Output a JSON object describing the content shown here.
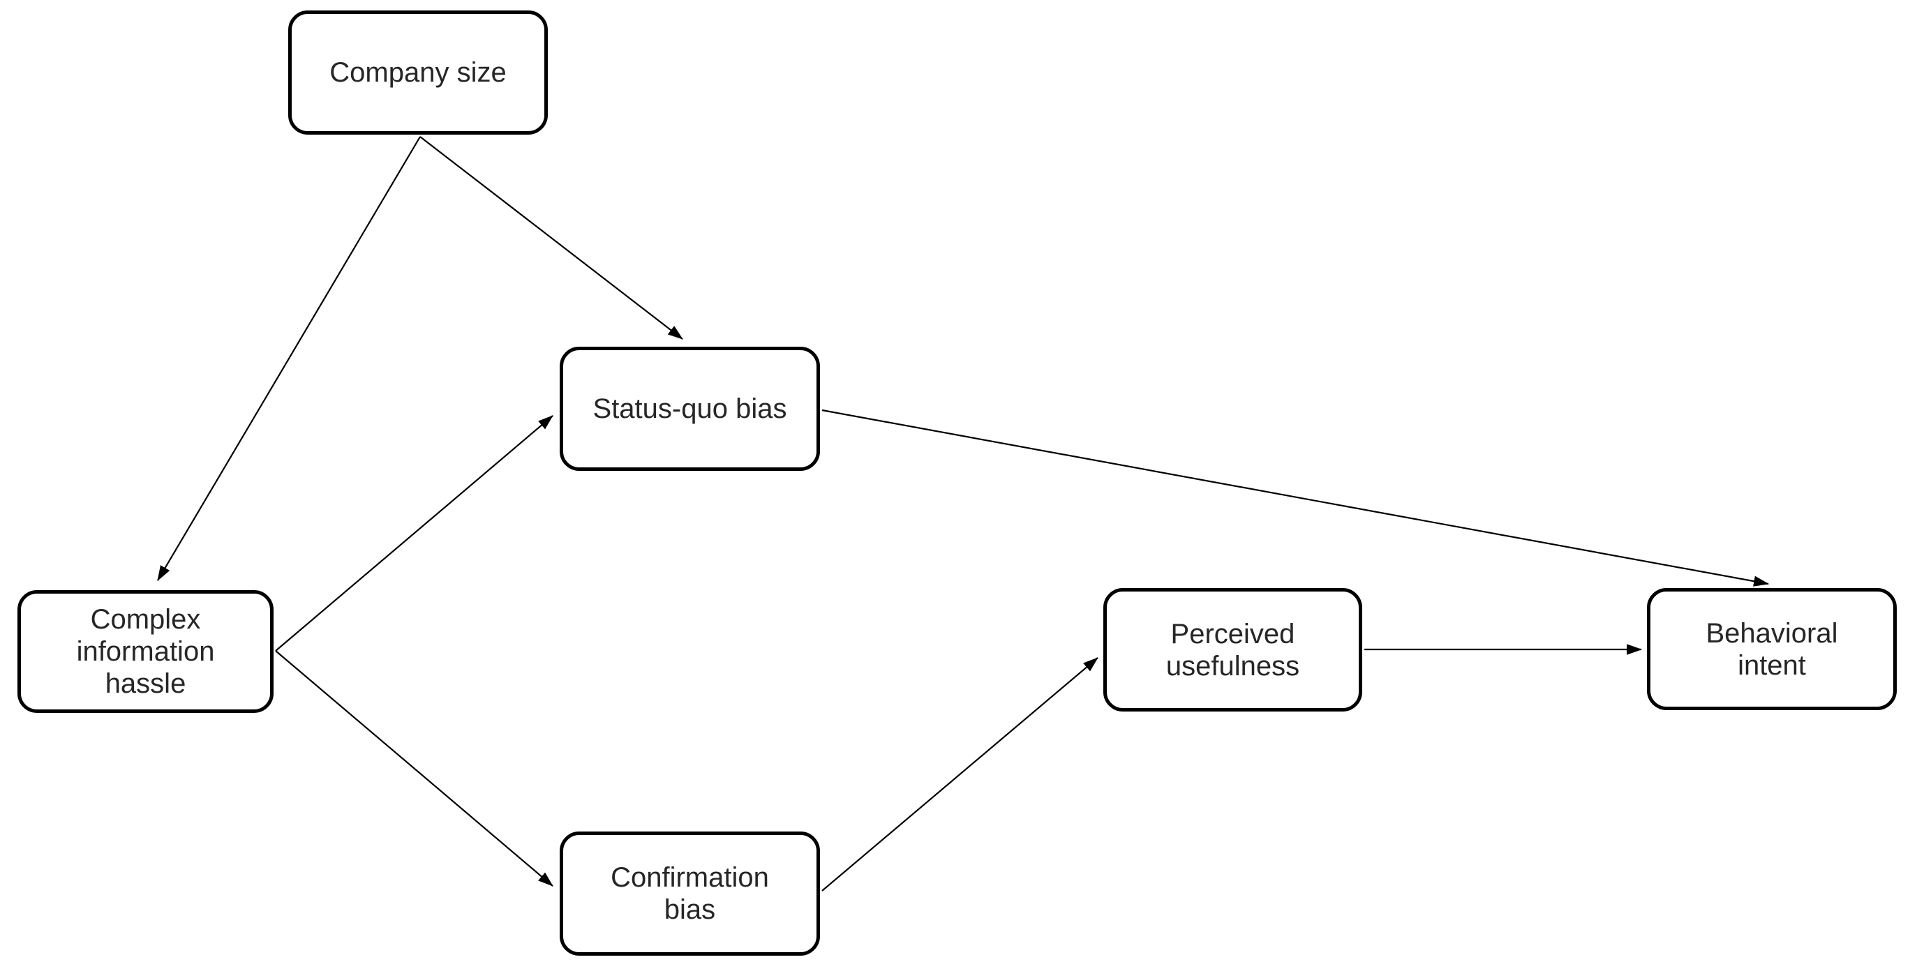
{
  "diagram": {
    "type": "path-model-flowchart",
    "background_color": "#ffffff",
    "box_border_color": "#000000",
    "box_fill_color": "#ffffff",
    "text_color": "#262626",
    "arrow_color": "#000000",
    "nodes": [
      {
        "id": "company-size",
        "label": "Company size"
      },
      {
        "id": "status-quo-bias",
        "label": "Status-quo bias"
      },
      {
        "id": "complex-information-hassle",
        "label": "Complex\ninformation\nhassle"
      },
      {
        "id": "confirmation-bias",
        "label": "Confirmation\nbias"
      },
      {
        "id": "perceived-usefulness",
        "label": "Perceived\nusefulness"
      },
      {
        "id": "behavioral-intent",
        "label": "Behavioral\nintent"
      }
    ],
    "edges": [
      {
        "from": "company-size",
        "to": "complex-information-hassle"
      },
      {
        "from": "company-size",
        "to": "status-quo-bias"
      },
      {
        "from": "complex-information-hassle",
        "to": "status-quo-bias"
      },
      {
        "from": "complex-information-hassle",
        "to": "confirmation-bias"
      },
      {
        "from": "status-quo-bias",
        "to": "behavioral-intent"
      },
      {
        "from": "confirmation-bias",
        "to": "perceived-usefulness"
      },
      {
        "from": "perceived-usefulness",
        "to": "behavioral-intent"
      }
    ]
  }
}
